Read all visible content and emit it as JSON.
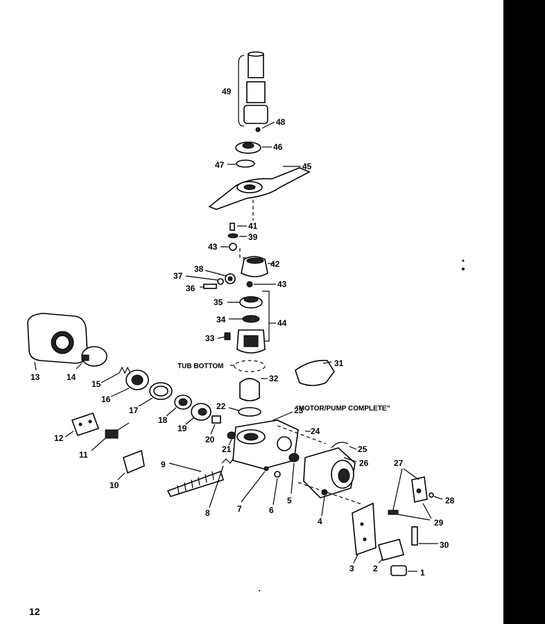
{
  "page": {
    "number": "12"
  },
  "captions": {
    "tub_bottom": "TUB BOTTOM",
    "motor_pump": "\"MOTOR/PUMP COMPLETE\""
  },
  "labels": [
    "1",
    "2",
    "3",
    "4",
    "5",
    "6",
    "7",
    "8",
    "9",
    "10",
    "11",
    "12",
    "13",
    "14",
    "15",
    "16",
    "17",
    "18",
    "19",
    "20",
    "21",
    "22",
    "23",
    "24",
    "25",
    "26",
    "27",
    "28",
    "29",
    "30",
    "31",
    "32",
    "33",
    "34",
    "35",
    "36",
    "37",
    "38",
    "39",
    "41",
    "42",
    "43",
    "43",
    "44",
    "45",
    "46",
    "47",
    "48",
    "49"
  ]
}
